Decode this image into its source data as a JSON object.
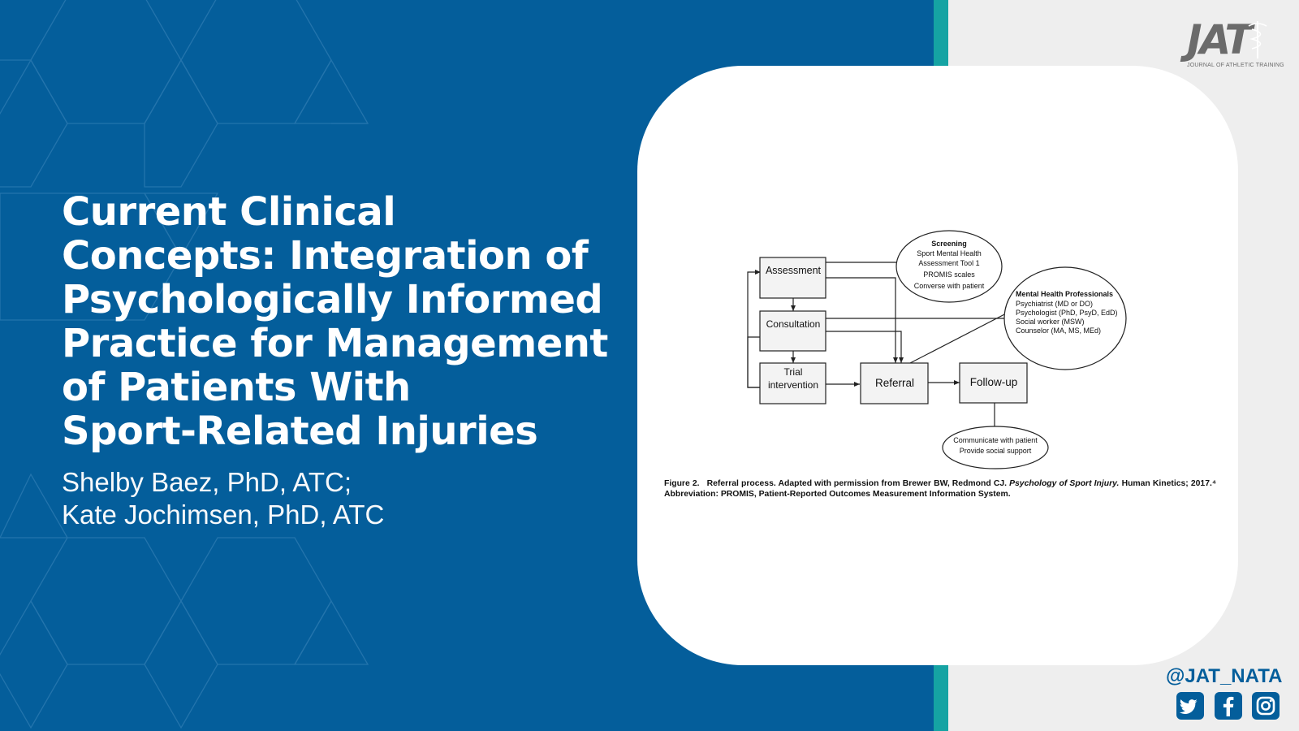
{
  "slide": {
    "title_lines": [
      "Current Clinical",
      "Concepts: Integration of",
      "Psychologically Informed",
      "Practice for Management",
      "of Patients With",
      "Sport-Related Injuries"
    ],
    "author_lines": [
      "Shelby Baez, PhD, ATC;",
      "Kate Jochimsen, PhD, ATC"
    ],
    "colors": {
      "primary_blue": "#045e9b",
      "teal": "#15a3a3",
      "light_gray": "#eeeeee"
    }
  },
  "logo": {
    "letters": "JAT",
    "subtitle": "JOURNAL OF ATHLETIC TRAINING"
  },
  "social": {
    "handle": "@JAT_NATA",
    "icons": [
      "twitter-icon",
      "facebook-icon",
      "instagram-icon"
    ]
  },
  "figure": {
    "nodes": {
      "assessment": "Assessment",
      "consultation": "Consultation",
      "trial_line1": "Trial",
      "trial_line2": "intervention",
      "referral": "Referral",
      "followup": "Follow-up"
    },
    "screening": {
      "title": "Screening",
      "lines": [
        "Sport Mental Health",
        "Assessment Tool 1",
        "PROMIS scales",
        "Converse with patient"
      ]
    },
    "mental_health": {
      "title": "Mental Health Professionals",
      "lines": [
        "Psychiatrist (MD or DO)",
        "Psychologist (PhD, PsyD, EdD)",
        "Social worker (MSW)",
        "Counselor (MA, MS, MEd)"
      ]
    },
    "communicate": {
      "lines": [
        "Communicate with patient",
        "Provide social support"
      ]
    },
    "caption": {
      "label": "Figure 2.",
      "text_before": "Referral process. Adapted with permission from Brewer BW, Redmond CJ.",
      "italic": "Psychology of Sport Injury.",
      "text_after": "Human Kinetics; 2017.⁴ Abbreviation: PROMIS, Patient-Reported Outcomes Measurement Information System."
    }
  }
}
